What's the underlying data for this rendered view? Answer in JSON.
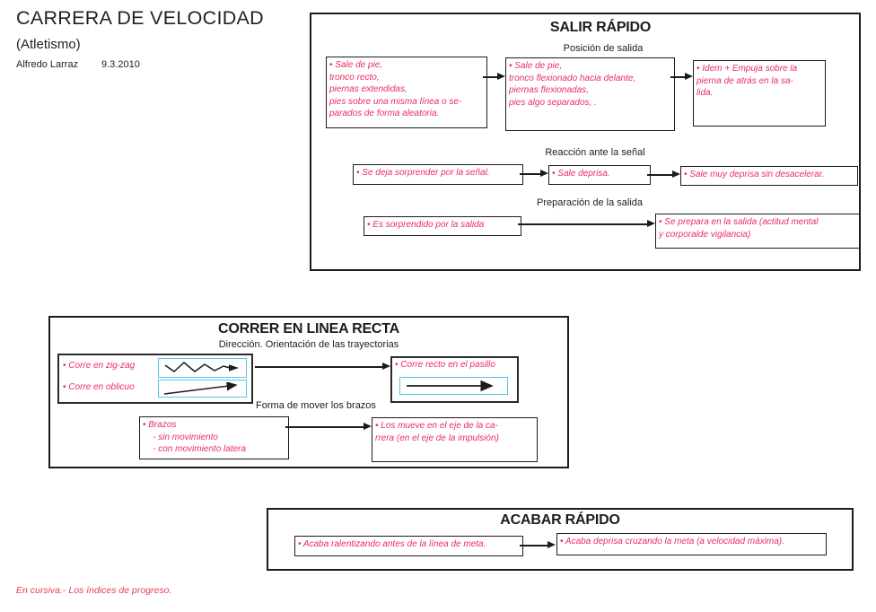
{
  "header": {
    "title": "CARRERA DE VELOCIDAD",
    "subtitle": "(Atletismo)",
    "author": "Alfredo Larraz",
    "date": "9.3.2010"
  },
  "colors": {
    "pink": "#E72D5F",
    "cyan": "#55C4EC",
    "ink": "#1C1C1C",
    "footnote_red": "#ED3A55"
  },
  "salir": {
    "title": "SALIR RÁPIDO",
    "posicion": {
      "label": "Posición de salida",
      "boxes": [
        "• Sale de pie,\ntronco recto,\npiernas extendidas,\npies sobre una misma línea o se-\nparados de forma aleatoria.",
        "• Sale de pie,\ntronco flexionado hacia delante,\npiernas flexionadas,\npies algo separados, .",
        "• Idem + Empuja sobre la\npierna de atrás en la sa-\nlida."
      ]
    },
    "reaccion": {
      "label": "Reacción ante la señal",
      "boxes": [
        "• Se deja sorprender por la señal.",
        "• Sale deprisa.",
        "• Sale muy deprisa sin desacelerar."
      ]
    },
    "preparacion": {
      "label": "Preparación de la salida",
      "boxes": [
        "• Es sorprendido por la salida",
        "• Se prepara en la salida (actitud mental\ny corporalde vigilancia)"
      ]
    }
  },
  "correr": {
    "title": "CORRER EN LINEA RECTA",
    "direccion": {
      "label": "Dirección. Orientación de las trayectorias",
      "zigzag_label": "• Corre en zig-zag",
      "oblicuo_label": "• Corre en oblicuo",
      "recto_label": "• Corre recto en el pasillo"
    },
    "brazos": {
      "label": "Forma de mover los brazos",
      "boxes": [
        "• Brazos\n    - sin movimiento\n    - con movimiento latera",
        "• Los mueve en el eje de la ca-\nrrera (en el eje de la impulsión)"
      ]
    }
  },
  "acabar": {
    "title": "ACABAR RÁPIDO",
    "boxes": [
      "• Acaba ralentizando antes de la línea de meta.",
      "• Acaba deprisa cruzando la meta (a velocidad máxima)."
    ]
  },
  "footnote": "En cursiva.- Los índices de progreso.",
  "icons": {
    "zigzag": "zigzag-arrow",
    "oblique": "oblique-arrow",
    "straight": "straight-arrow",
    "flow": "right-arrow"
  }
}
